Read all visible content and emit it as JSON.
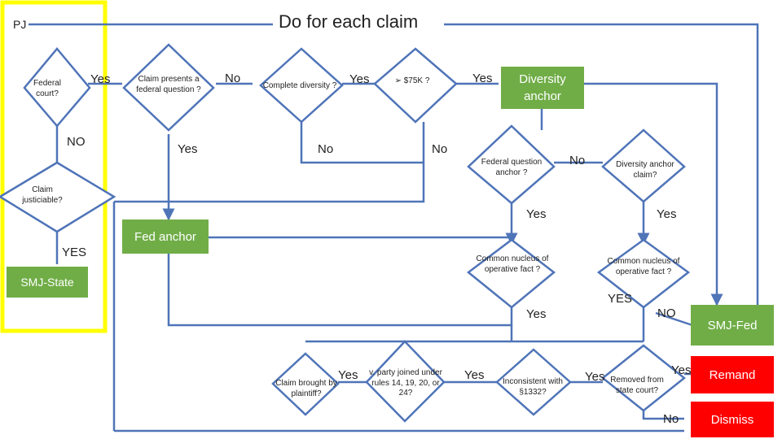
{
  "title": "Do for each claim",
  "pj_label": "PJ",
  "colors": {
    "diamond_stroke": "#4f74b8",
    "highlight": "#ffff00",
    "green": "#70ad47",
    "red": "#ff0000"
  },
  "nodes": {
    "federal_court": "Federal court?",
    "claim_justiciable": "Claim justiciable?",
    "claim_presents_federal_question": "Claim presents a federal question ?",
    "complete_diversity": "Complete diversity ?",
    "amount_75k": "➢ $75K ?",
    "federal_question_anchor": "Federal question anchor ?",
    "diversity_anchor_claim": "Diversity anchor claim?",
    "common_nucleus_1": "Common nucleus of operative fact ?",
    "common_nucleus_2": "Common nucleus of operative fact ?",
    "claim_brought_by_plaintiff": "Claim brought by plaintiff?",
    "party_joined": "v. party joined under rules 14, 19, 20, or 24?",
    "inconsistent_1332": "Inconsistent with §1332?",
    "removed_from_state": "Removed from state court?"
  },
  "boxes": {
    "smj_state": "SMJ-State",
    "fed_anchor": "Fed anchor",
    "diversity_anchor": "Diversity anchor",
    "smj_fed": "SMJ-Fed",
    "remand": "Remand",
    "dismiss": "Dismiss"
  },
  "edge_labels": {
    "federal_court_yes": "Yes",
    "federal_court_no": "NO",
    "justiciable_yes": "YES",
    "fq_no": "No",
    "fq_yes": "Yes",
    "diversity_yes": "Yes",
    "diversity_no": "No",
    "amount_yes": "Yes",
    "amount_no": "No",
    "fq_anchor_no": "No",
    "fq_anchor_yes": "Yes",
    "div_anchor_yes": "Yes",
    "nucleus1_yes": "Yes",
    "nucleus2_yes": "YES",
    "nucleus2_no": "NO",
    "plaintiff_yes": "Yes",
    "party_yes": "Yes",
    "inconsistent_yes": "Yes",
    "removed_yes": "Yes",
    "removed_no": "No"
  }
}
